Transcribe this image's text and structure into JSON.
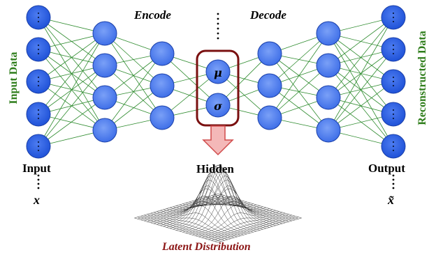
{
  "labels": {
    "encode": "Encode",
    "decode": "Decode",
    "input_data": "Input Data",
    "reconstructed_data": "Reconstructed Data",
    "input": "Input",
    "hidden": "Hidden",
    "output": "Output",
    "x": "x",
    "x_tilde": "x̃",
    "mu": "μ",
    "sigma": "σ",
    "latent_distribution": "Latent Distribution"
  },
  "colors": {
    "node_fill": "#4f7ef2",
    "io_node_fill": "#2b5fe6",
    "edge": "#2e8b2e",
    "latent_box": "#7a1010",
    "arrow_fill": "#f4b8b8",
    "arrow_stroke": "#d04a4a",
    "green_text": "#2e7d1a",
    "red_text": "#8b1414"
  }
}
